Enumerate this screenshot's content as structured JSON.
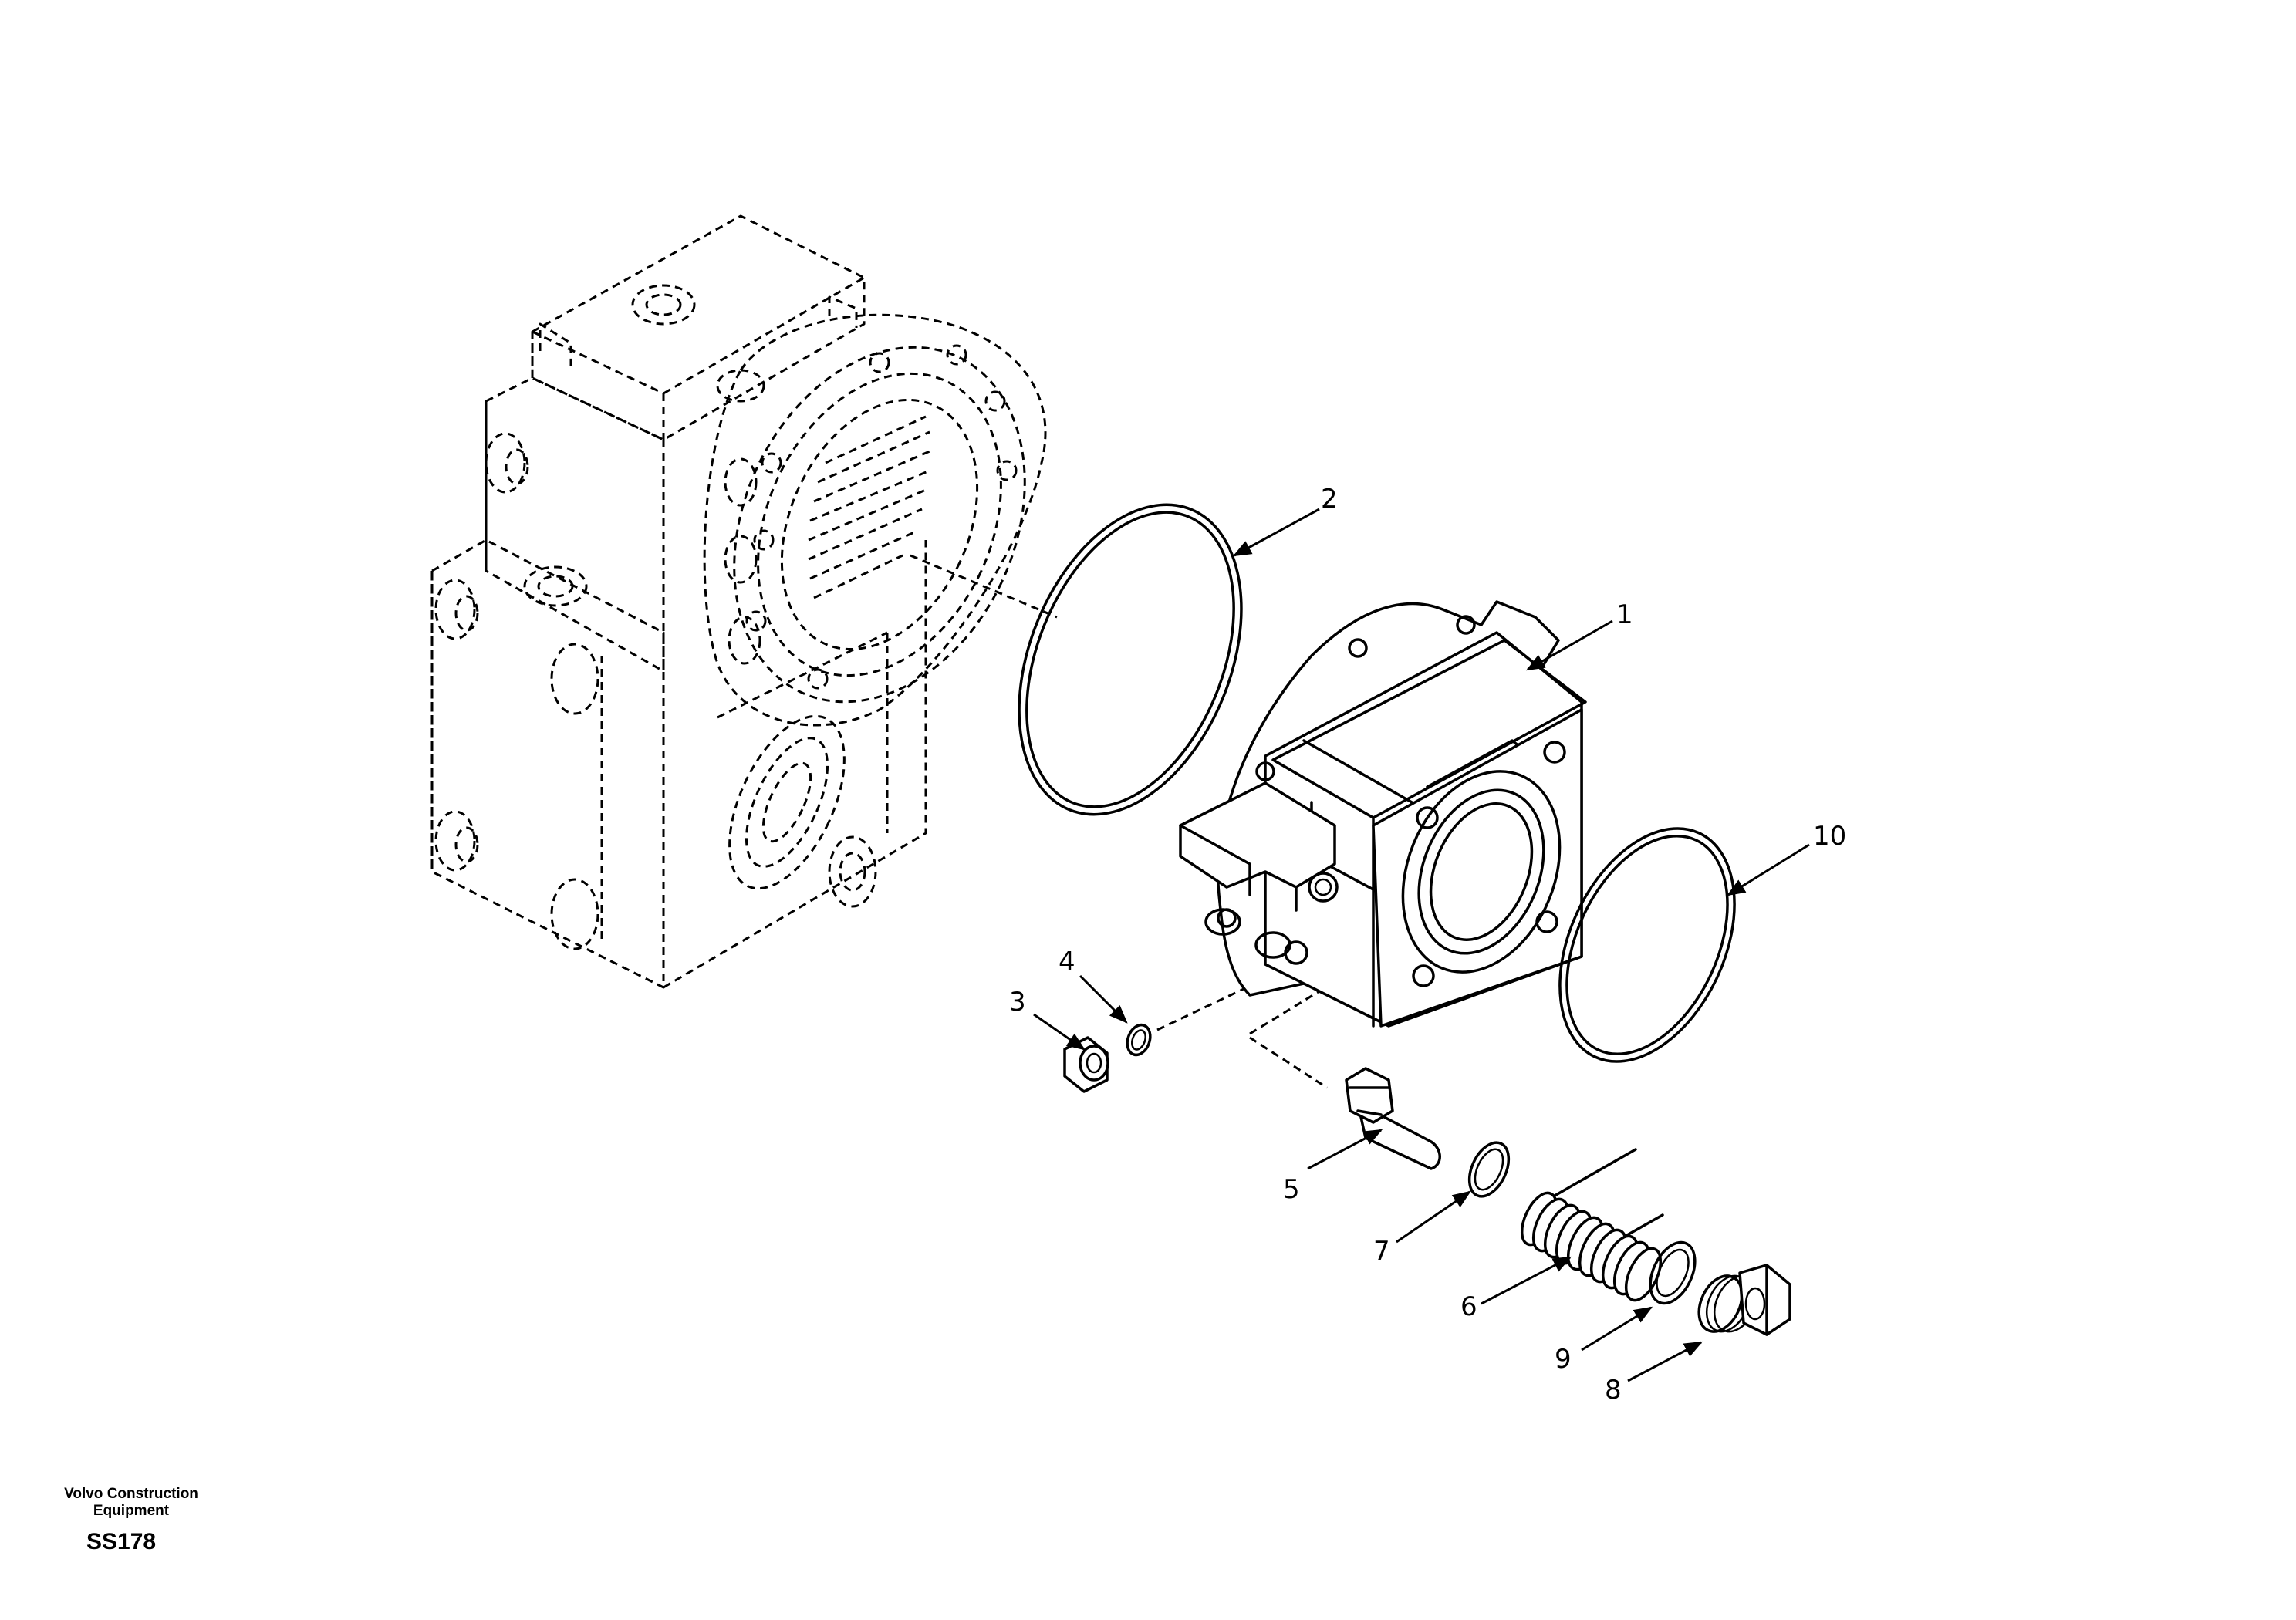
{
  "brand": {
    "line1": "Volvo Construction",
    "line2": "Equipment"
  },
  "sheet_code": "SS178",
  "callouts": [
    {
      "id": "1",
      "text": "1"
    },
    {
      "id": "2",
      "text": "2"
    },
    {
      "id": "3",
      "text": "3"
    },
    {
      "id": "4",
      "text": "4"
    },
    {
      "id": "5",
      "text": "5"
    },
    {
      "id": "6",
      "text": "6"
    },
    {
      "id": "7",
      "text": "7"
    },
    {
      "id": "8",
      "text": "8"
    },
    {
      "id": "9",
      "text": "9"
    },
    {
      "id": "10",
      "text": "10"
    }
  ]
}
